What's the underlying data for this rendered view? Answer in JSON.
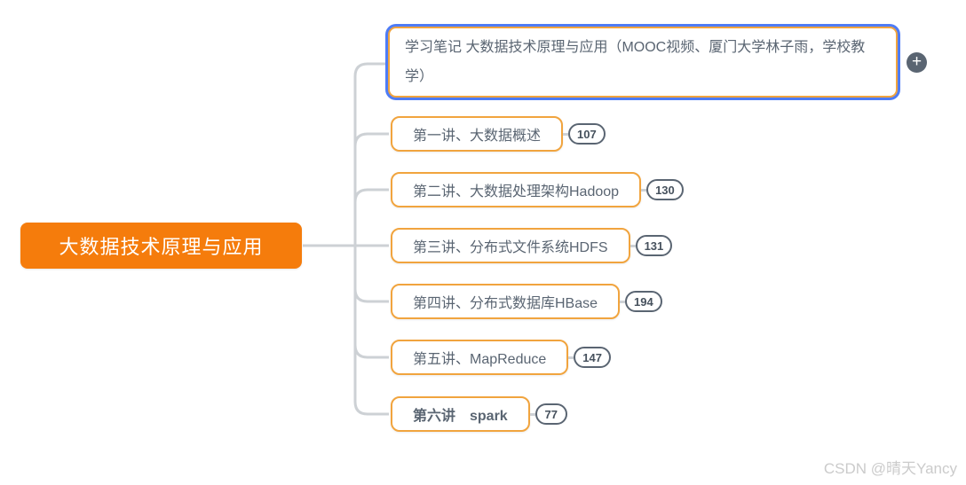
{
  "watermark": "CSDN @晴天Yancy",
  "colors": {
    "root_bg": "#F57C0C",
    "topic_border": "#F1A43E",
    "selection_ring": "#4E7CF6",
    "text": "#5A6572",
    "connector": "#CDD1D5",
    "badge_border": "#5A6572",
    "plus_button_bg": "#5A6572",
    "watermark": "#CBCBCB"
  },
  "mindmap": {
    "root": {
      "label": "大数据技术原理与应用"
    },
    "main_topic": {
      "label": "学习笔记 大数据技术原理与应用（MOOC视频、厦门大学林子雨，学校教学）",
      "add_button": "+"
    },
    "topics": [
      {
        "label": "第一讲、大数据概述",
        "badge": "107"
      },
      {
        "label": "第二讲、大数据处理架构Hadoop",
        "badge": "130"
      },
      {
        "label": "第三讲、分布式文件系统HDFS",
        "badge": "131"
      },
      {
        "label": "第四讲、分布式数据库HBase",
        "badge": "194"
      },
      {
        "label": "第五讲、MapReduce",
        "badge": "147"
      },
      {
        "label": "第六讲　spark",
        "badge": "77"
      }
    ]
  }
}
